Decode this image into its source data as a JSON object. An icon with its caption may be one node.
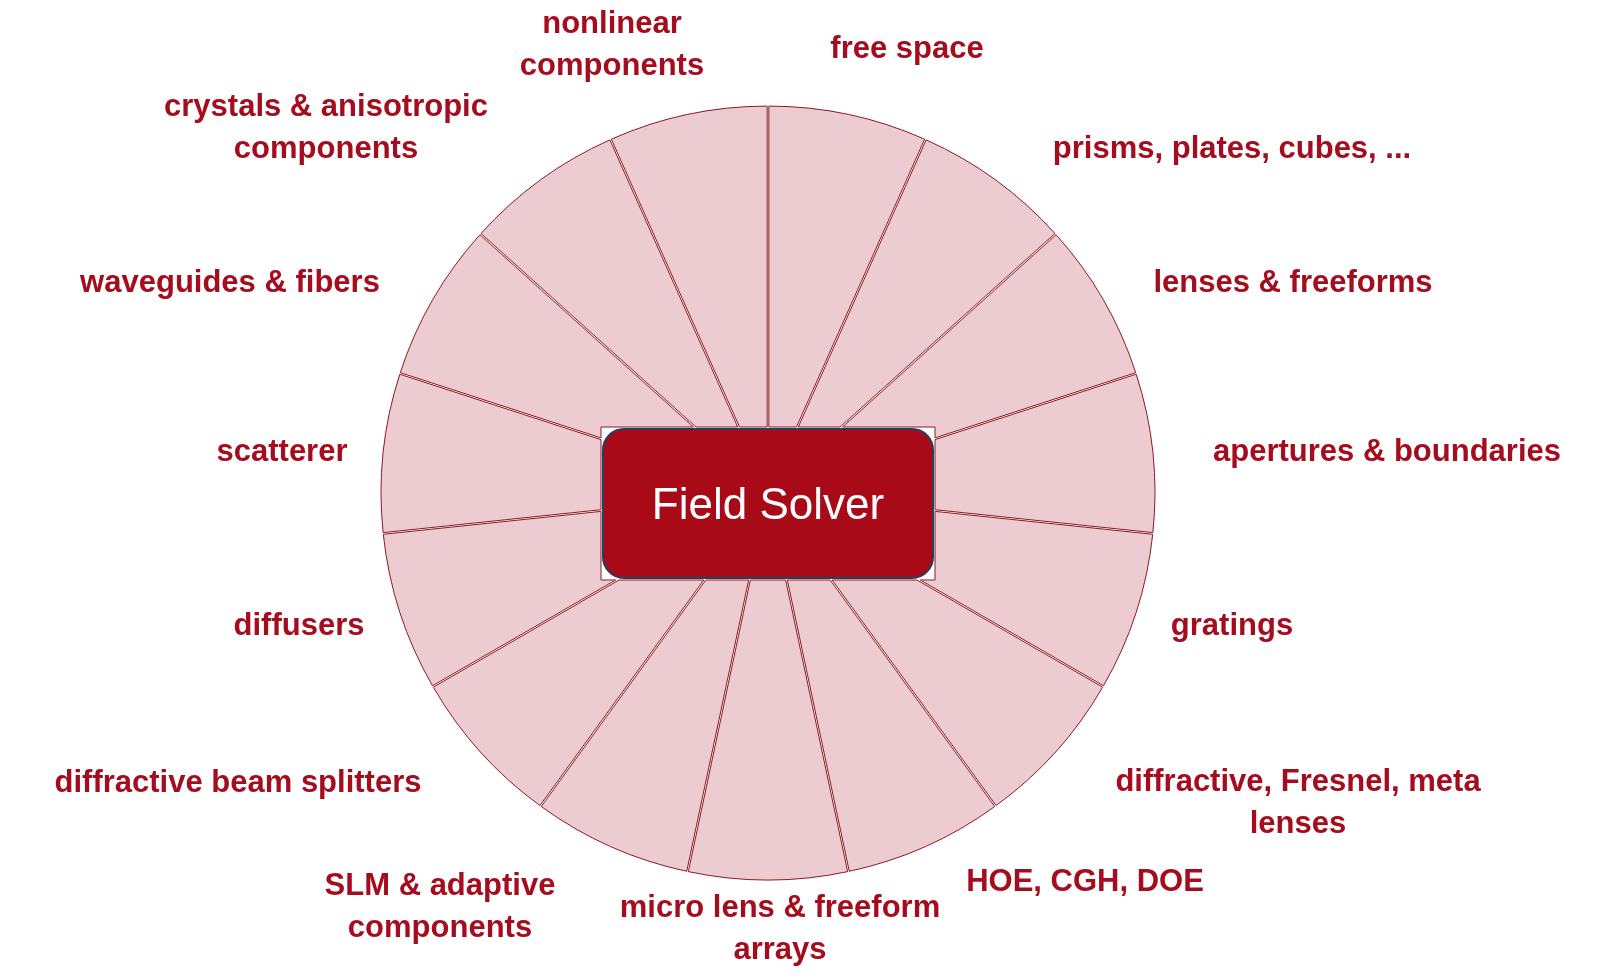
{
  "diagram": {
    "nodes": [
      {
        "text": [
          "Field Solver"
        ]
      },
      {
        "text": [],
        "shape": "wedge",
        "beside": [
          "free space"
        ]
      },
      {
        "text": [],
        "shape": "wedge",
        "beside": [
          "prisms, plates, cubes, ..."
        ]
      },
      {
        "text": [],
        "shape": "wedge",
        "beside": [
          "lenses & freeforms"
        ]
      },
      {
        "text": [],
        "shape": "wedge",
        "beside": [
          "apertures & boundaries"
        ]
      },
      {
        "text": [],
        "shape": "wedge",
        "beside": [
          "gratings"
        ]
      },
      {
        "text": [],
        "shape": "wedge",
        "beside": [
          "diffractive, Fresnel, meta lenses"
        ]
      },
      {
        "text": [],
        "shape": "wedge",
        "beside": [
          "HOE, CGH, DOE"
        ]
      },
      {
        "text": [],
        "shape": "wedge",
        "beside": [
          "micro lens & freeform arrays"
        ]
      },
      {
        "text": [],
        "shape": "wedge",
        "beside": [
          "SLM & adaptive components"
        ]
      },
      {
        "text": [],
        "shape": "wedge",
        "beside": [
          "diffractive beam splitters"
        ]
      },
      {
        "text": [],
        "shape": "wedge",
        "beside": [
          "diffusers"
        ]
      },
      {
        "text": [],
        "shape": "wedge",
        "beside": [
          "scatterer"
        ]
      },
      {
        "text": [],
        "shape": "wedge",
        "beside": [
          "waveguides & fibers"
        ]
      },
      {
        "text": [],
        "shape": "wedge",
        "beside": [
          "crystals & anisotropic components"
        ]
      },
      {
        "text": [],
        "shape": "wedge",
        "beside": [
          "nonlinear components"
        ]
      }
    ]
  }
}
